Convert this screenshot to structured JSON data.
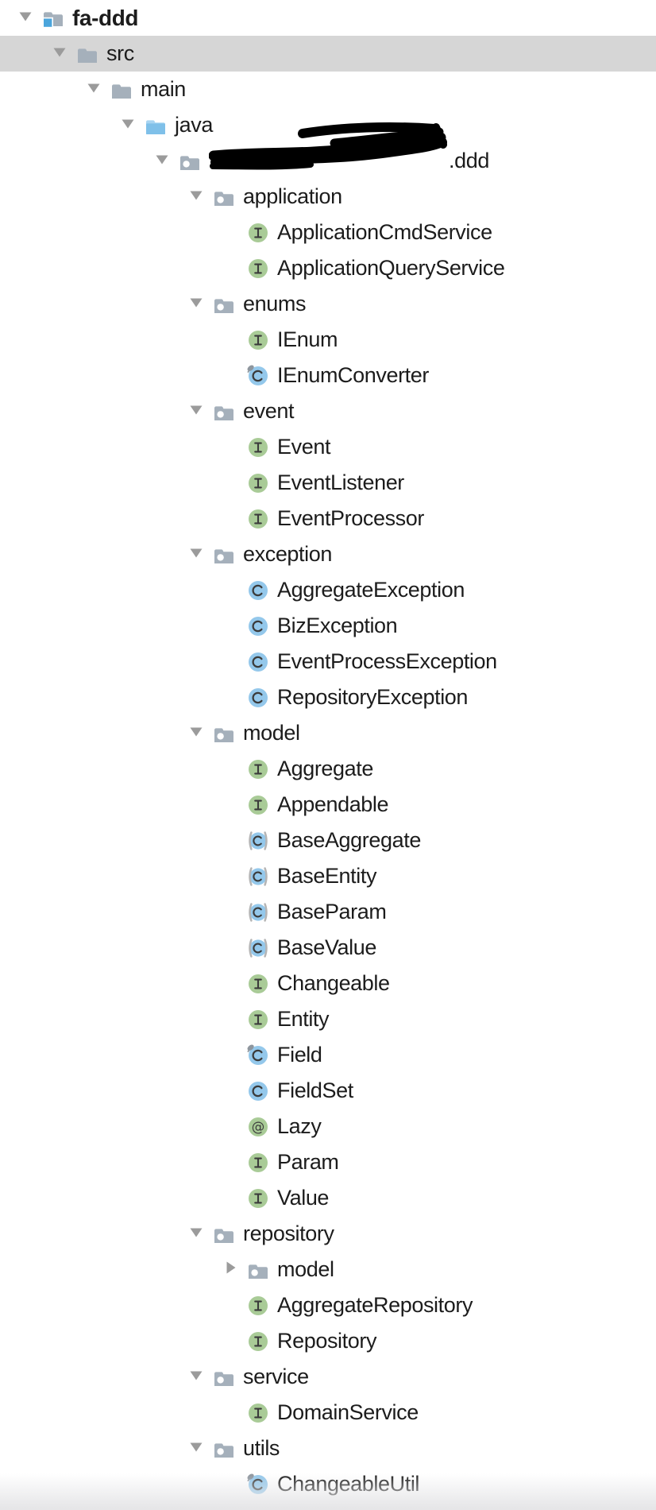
{
  "colors": {
    "background": "#ffffff",
    "text": "#1c1c1c",
    "selection": "#d6d6d6",
    "arrow": "#9b9b9b",
    "folder_gray": "#a5b0bb",
    "source_folder_blue": "#7fc0e9",
    "source_folder_tab": "#a8d5f2",
    "project_badge_blue": "#4ba5dc",
    "interface_green": "#a9cb97",
    "class_blue": "#94c8eb",
    "abstract_paren_gray": "#b5b5b5",
    "glyph_dark": "#3b3b3b",
    "pin_gray": "#8e969e",
    "package_hole": "#ffffff",
    "redaction": "#000000"
  },
  "tree": {
    "rows": [
      {
        "label": "fa-ddd",
        "level": 0,
        "icon": "project-icon",
        "arrow": "expanded",
        "bold": true,
        "selected": false,
        "redacted": false
      },
      {
        "label": "src",
        "level": 1,
        "icon": "folder-icon",
        "arrow": "expanded",
        "bold": false,
        "selected": true,
        "redacted": false
      },
      {
        "label": "main",
        "level": 2,
        "icon": "folder-icon",
        "arrow": "expanded",
        "bold": false,
        "selected": false,
        "redacted": false
      },
      {
        "label": "java",
        "level": 3,
        "icon": "source-folder-icon",
        "arrow": "expanded",
        "bold": false,
        "selected": false,
        "redacted": false
      },
      {
        "label": ".ddd",
        "level": 4,
        "icon": "package-icon",
        "arrow": "expanded",
        "bold": false,
        "selected": false,
        "redacted": true
      },
      {
        "label": "application",
        "level": 5,
        "icon": "package-icon",
        "arrow": "expanded",
        "bold": false,
        "selected": false,
        "redacted": false
      },
      {
        "label": "ApplicationCmdService",
        "level": 6,
        "icon": "interface-icon",
        "arrow": "none",
        "bold": false,
        "selected": false,
        "redacted": false
      },
      {
        "label": "ApplicationQueryService",
        "level": 6,
        "icon": "interface-icon",
        "arrow": "none",
        "bold": false,
        "selected": false,
        "redacted": false
      },
      {
        "label": "enums",
        "level": 5,
        "icon": "package-icon",
        "arrow": "expanded",
        "bold": false,
        "selected": false,
        "redacted": false
      },
      {
        "label": "IEnum",
        "level": 6,
        "icon": "interface-icon",
        "arrow": "none",
        "bold": false,
        "selected": false,
        "redacted": false
      },
      {
        "label": "IEnumConverter",
        "level": 6,
        "icon": "final-class-icon",
        "arrow": "none",
        "bold": false,
        "selected": false,
        "redacted": false
      },
      {
        "label": "event",
        "level": 5,
        "icon": "package-icon",
        "arrow": "expanded",
        "bold": false,
        "selected": false,
        "redacted": false
      },
      {
        "label": "Event",
        "level": 6,
        "icon": "interface-icon",
        "arrow": "none",
        "bold": false,
        "selected": false,
        "redacted": false
      },
      {
        "label": "EventListener",
        "level": 6,
        "icon": "interface-icon",
        "arrow": "none",
        "bold": false,
        "selected": false,
        "redacted": false
      },
      {
        "label": "EventProcessor",
        "level": 6,
        "icon": "interface-icon",
        "arrow": "none",
        "bold": false,
        "selected": false,
        "redacted": false
      },
      {
        "label": "exception",
        "level": 5,
        "icon": "package-icon",
        "arrow": "expanded",
        "bold": false,
        "selected": false,
        "redacted": false
      },
      {
        "label": "AggregateException",
        "level": 6,
        "icon": "class-icon",
        "arrow": "none",
        "bold": false,
        "selected": false,
        "redacted": false
      },
      {
        "label": "BizException",
        "level": 6,
        "icon": "class-icon",
        "arrow": "none",
        "bold": false,
        "selected": false,
        "redacted": false
      },
      {
        "label": "EventProcessException",
        "level": 6,
        "icon": "class-icon",
        "arrow": "none",
        "bold": false,
        "selected": false,
        "redacted": false
      },
      {
        "label": "RepositoryException",
        "level": 6,
        "icon": "class-icon",
        "arrow": "none",
        "bold": false,
        "selected": false,
        "redacted": false
      },
      {
        "label": "model",
        "level": 5,
        "icon": "package-icon",
        "arrow": "expanded",
        "bold": false,
        "selected": false,
        "redacted": false
      },
      {
        "label": "Aggregate",
        "level": 6,
        "icon": "interface-icon",
        "arrow": "none",
        "bold": false,
        "selected": false,
        "redacted": false
      },
      {
        "label": "Appendable",
        "level": 6,
        "icon": "interface-icon",
        "arrow": "none",
        "bold": false,
        "selected": false,
        "redacted": false
      },
      {
        "label": "BaseAggregate",
        "level": 6,
        "icon": "abstract-class-icon",
        "arrow": "none",
        "bold": false,
        "selected": false,
        "redacted": false
      },
      {
        "label": "BaseEntity",
        "level": 6,
        "icon": "abstract-class-icon",
        "arrow": "none",
        "bold": false,
        "selected": false,
        "redacted": false
      },
      {
        "label": "BaseParam",
        "level": 6,
        "icon": "abstract-class-icon",
        "arrow": "none",
        "bold": false,
        "selected": false,
        "redacted": false
      },
      {
        "label": "BaseValue",
        "level": 6,
        "icon": "abstract-class-icon",
        "arrow": "none",
        "bold": false,
        "selected": false,
        "redacted": false
      },
      {
        "label": "Changeable",
        "level": 6,
        "icon": "interface-icon",
        "arrow": "none",
        "bold": false,
        "selected": false,
        "redacted": false
      },
      {
        "label": "Entity",
        "level": 6,
        "icon": "interface-icon",
        "arrow": "none",
        "bold": false,
        "selected": false,
        "redacted": false
      },
      {
        "label": "Field",
        "level": 6,
        "icon": "final-class-icon",
        "arrow": "none",
        "bold": false,
        "selected": false,
        "redacted": false
      },
      {
        "label": "FieldSet",
        "level": 6,
        "icon": "class-icon",
        "arrow": "none",
        "bold": false,
        "selected": false,
        "redacted": false
      },
      {
        "label": "Lazy",
        "level": 6,
        "icon": "annotation-icon",
        "arrow": "none",
        "bold": false,
        "selected": false,
        "redacted": false
      },
      {
        "label": "Param",
        "level": 6,
        "icon": "interface-icon",
        "arrow": "none",
        "bold": false,
        "selected": false,
        "redacted": false
      },
      {
        "label": "Value",
        "level": 6,
        "icon": "interface-icon",
        "arrow": "none",
        "bold": false,
        "selected": false,
        "redacted": false
      },
      {
        "label": "repository",
        "level": 5,
        "icon": "package-icon",
        "arrow": "expanded",
        "bold": false,
        "selected": false,
        "redacted": false
      },
      {
        "label": "model",
        "level": 6,
        "icon": "package-icon",
        "arrow": "collapsed",
        "bold": false,
        "selected": false,
        "redacted": false
      },
      {
        "label": "AggregateRepository",
        "level": 6,
        "icon": "interface-icon",
        "arrow": "none",
        "bold": false,
        "selected": false,
        "redacted": false
      },
      {
        "label": "Repository",
        "level": 6,
        "icon": "interface-icon",
        "arrow": "none",
        "bold": false,
        "selected": false,
        "redacted": false
      },
      {
        "label": "service",
        "level": 5,
        "icon": "package-icon",
        "arrow": "expanded",
        "bold": false,
        "selected": false,
        "redacted": false
      },
      {
        "label": "DomainService",
        "level": 6,
        "icon": "interface-icon",
        "arrow": "none",
        "bold": false,
        "selected": false,
        "redacted": false
      },
      {
        "label": "utils",
        "level": 5,
        "icon": "package-icon",
        "arrow": "expanded",
        "bold": false,
        "selected": false,
        "redacted": false
      },
      {
        "label": "ChangeableUtil",
        "level": 6,
        "icon": "final-class-icon",
        "arrow": "none",
        "bold": false,
        "selected": false,
        "redacted": false
      }
    ]
  }
}
